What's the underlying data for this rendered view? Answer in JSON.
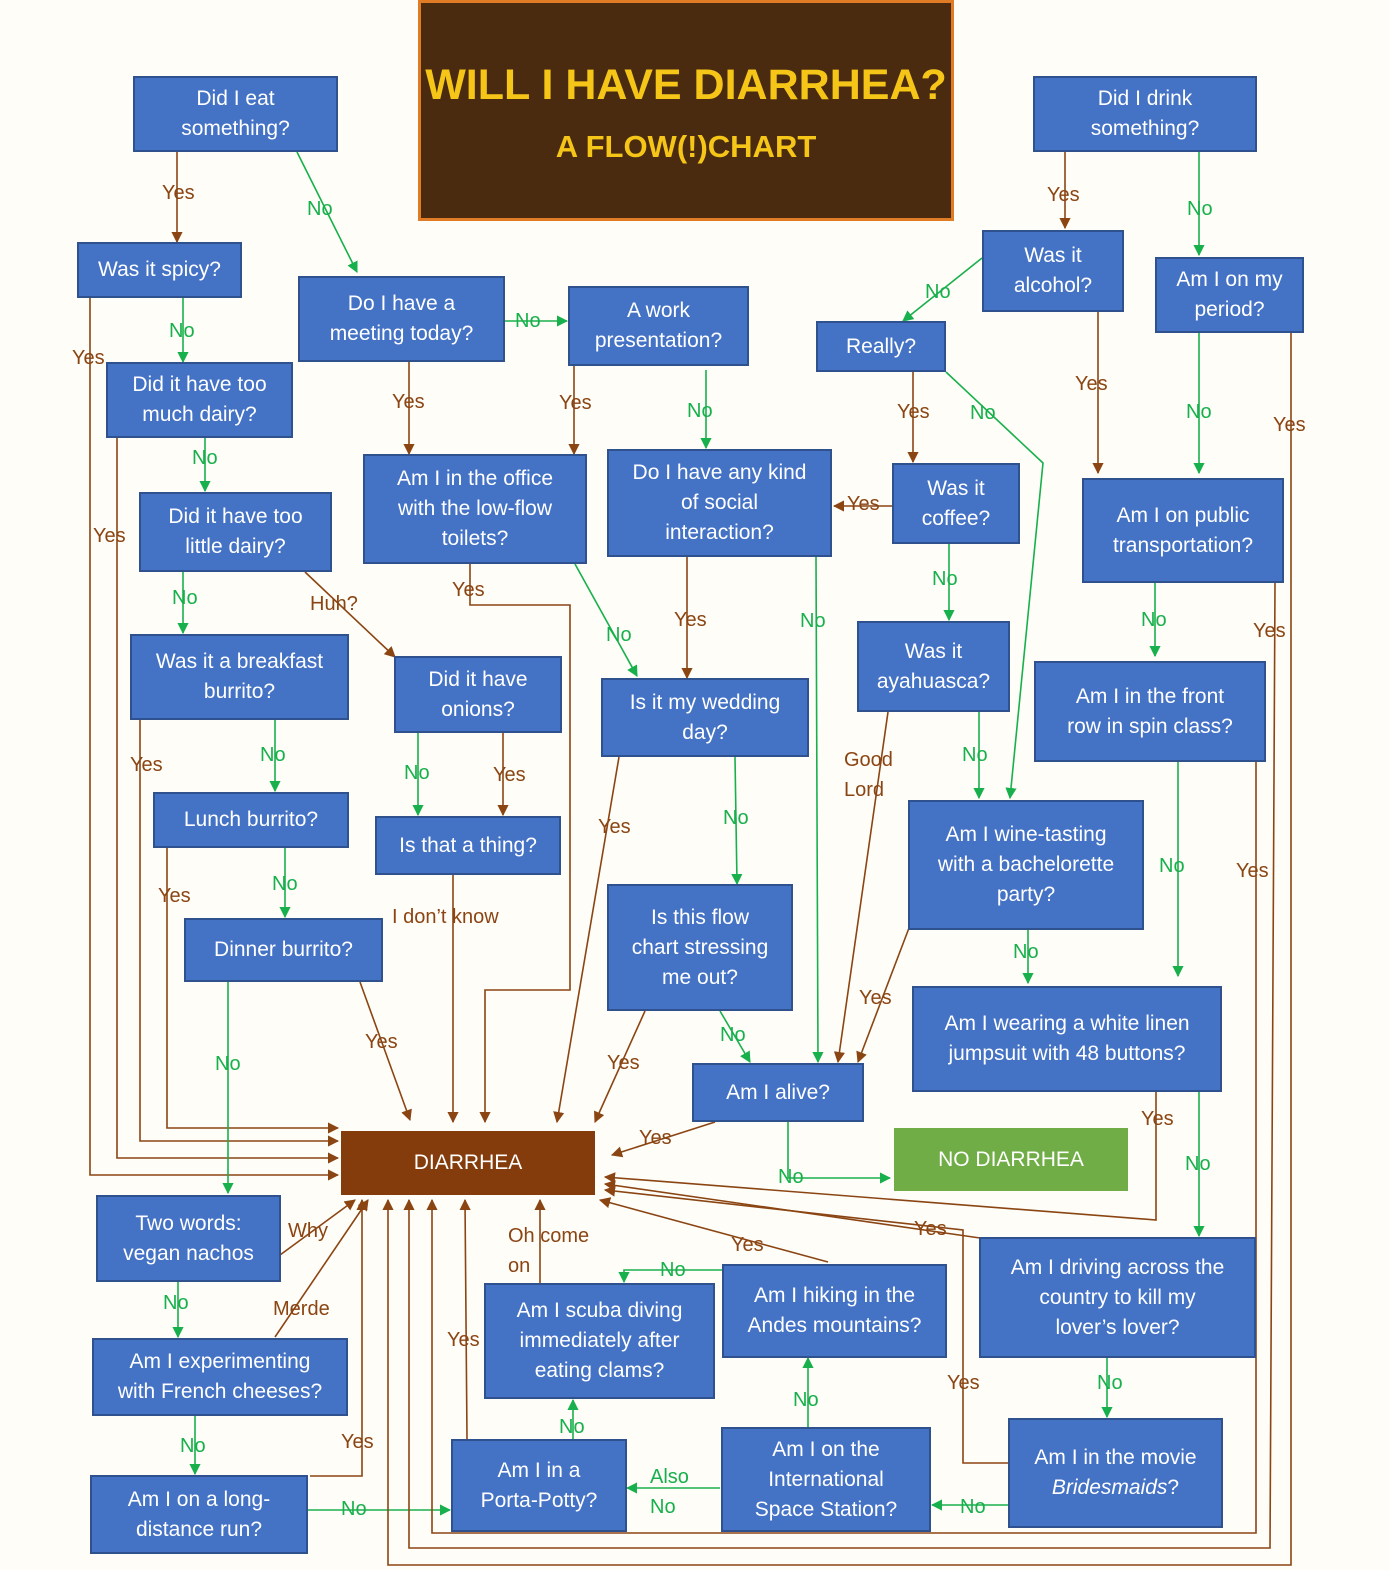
{
  "title": "WILL I HAVE DIARRHEA?",
  "subtitle": "A FLOW(!)CHART",
  "colors": {
    "yes_arrow": "#8b4513",
    "no_arrow": "#18b04c",
    "box": "#4472c4",
    "diarrhea": "#843c0c",
    "no_diarrhea": "#70ad47"
  },
  "outcomes": {
    "diarrhea": "DIARRHEA",
    "no_diarrhea": "NO DIARRHEA"
  },
  "questions": {
    "eat": "Did I eat\nsomething?",
    "spicy": "Was it spicy?",
    "too_much_dairy": "Did it have too\nmuch dairy?",
    "too_little_dairy": "Did it have too\nlittle dairy?",
    "breakfast_burrito": "Was it a breakfast\nburrito?",
    "lunch_burrito": "Lunch burrito?",
    "dinner_burrito": "Dinner burrito?",
    "meeting": "Do I have a\nmeeting today?",
    "work_presentation": "A work\npresentation?",
    "office_toilets": "Am I in the office\nwith the low-flow\ntoilets?",
    "social_interaction": "Do I have any kind\nof social\ninteraction?",
    "onions": "Did it have\nonions?",
    "is_that_a_thing": "Is that a thing?",
    "wedding_day": "Is it my wedding\nday?",
    "flow_chart_stress": "Is this flow\nchart stressing\nme out?",
    "alive": "Am I alive?",
    "drink": "Did I drink\nsomething?",
    "alcohol": "Was it\nalcohol?",
    "period": "Am I on my\nperiod?",
    "really": "Really?",
    "coffee": "Was it\ncoffee?",
    "ayahuasca": "Was it\nayahuasca?",
    "public_transport": "Am I on public\ntransportation?",
    "spin_class": "Am I in the front\nrow in spin class?",
    "wine_tasting": "Am I wine-tasting\nwith a bachelorette\nparty?",
    "jumpsuit": "Am I wearing a white linen\njumpsuit with 48 buttons?",
    "driving": "Am I driving across the\ncountry to kill my\nlover’s lover?",
    "bridesmaids_pre": "Am I in the movie",
    "bridesmaids_title": "Bridesmaids",
    "bridesmaids_post": "?",
    "vegan_nachos": "Two words:\nvegan nachos",
    "french_cheeses": "Am I experimenting\nwith French cheeses?",
    "long_run": "Am I on a long-\ndistance run?",
    "porta_potty": "Am I in a\nPorta-Potty?",
    "scuba": "Am I scuba diving\nimmediately after\neating clams?",
    "andes": "Am I hiking in the\nAndes mountains?",
    "space_station": "Am I on the\nInternational\nSpace Station?"
  },
  "labels": {
    "yes": "Yes",
    "no": "No",
    "huh": "Huh?",
    "i_dont_know": "I don’t know",
    "good_lord": "Good\nLord",
    "why": "Why",
    "merde": "Merde",
    "oh_come_on": "Oh come\non",
    "also_no": "Also\nNo"
  }
}
